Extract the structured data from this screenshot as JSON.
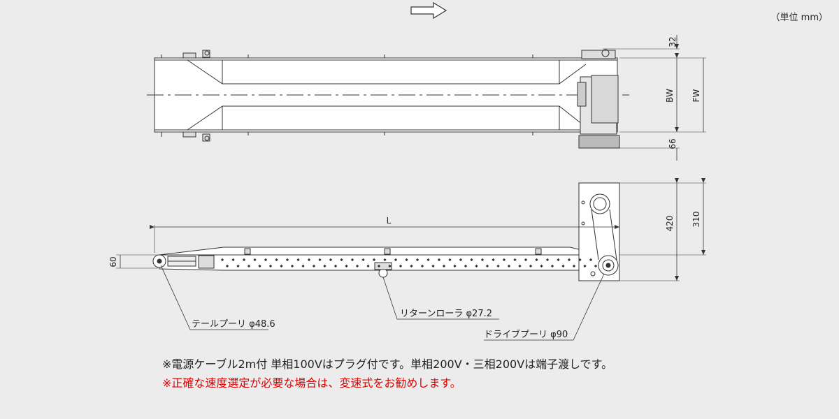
{
  "unit_label": "（単位 mm）",
  "dimensions": {
    "top_32": "32",
    "bw": "BW",
    "fw": "FW",
    "bottom_66": "66",
    "length": "L",
    "height_60": "60",
    "h_420": "420",
    "h_310": "310"
  },
  "labels": {
    "tail_pulley": "テールプーリ φ48.6",
    "return_roller": "リターンローラ φ27.2",
    "drive_pulley": "ドライブプーリ φ90"
  },
  "notes": {
    "cable": "※電源ケーブル2m付  単相100Vはプラグ付です。単相200V・三相200Vは端子渡しです。",
    "speed": "※正確な速度選定が必要な場合は、変速式をお勧めします。"
  },
  "colors": {
    "background": "#ececec",
    "line": "#333333",
    "belt": "#ffffff",
    "note_red": "#e00000"
  }
}
